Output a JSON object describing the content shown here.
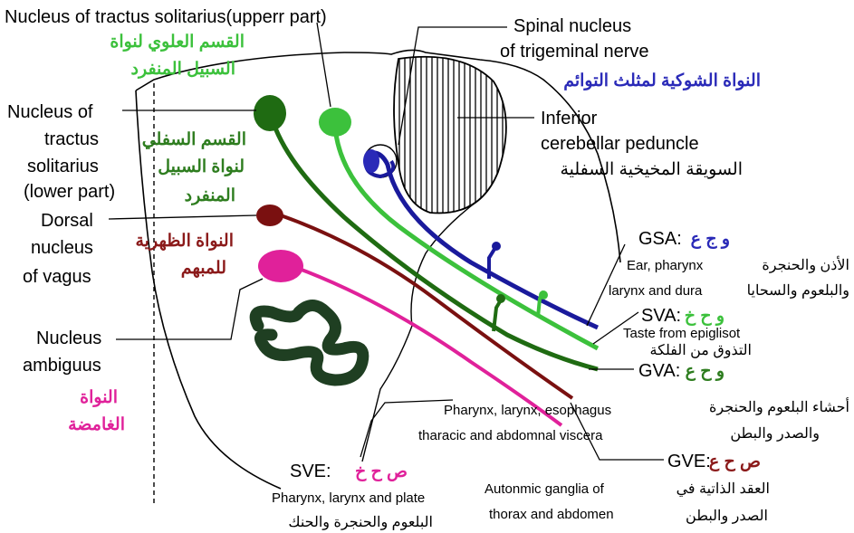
{
  "labels": {
    "nts_upper": "Nucleus of  tractus solitarius(upperr part)",
    "nts_upper_ar_1": "القسم العلوي  لنواة",
    "nts_upper_ar_2": "السبيل المنفرد",
    "spinal_1": "Spinal nucleus",
    "spinal_2": "of trigeminal nerve",
    "spinal_ar": "النواة الشوكية لمثلث التوائم",
    "icp_1": "Inferior",
    "icp_2": "cerebellar peduncle",
    "icp_ar": "السويقة المخيخية السفلية",
    "nts_lower_1": "Nucleus of",
    "nts_lower_2": "tractus",
    "nts_lower_3": "solitarius",
    "nts_lower_4": "(lower part)",
    "nts_lower_ar_1": "القسم السفلي",
    "nts_lower_ar_2": "لنواة السبيل",
    "nts_lower_ar_3": "المنفرد",
    "dorsal_1": "Dorsal",
    "dorsal_2": "nucleus",
    "dorsal_3": "of vagus",
    "dorsal_ar_1": "النواة الظهرية",
    "dorsal_ar_2": "للمبهم",
    "ambiguus_1": "Nucleus",
    "ambiguus_2": "ambiguus",
    "ambiguus_ar_1": "النواة",
    "ambiguus_ar_2": "الغامضة",
    "gsa": "GSA:",
    "gsa_ar": "و ج ع",
    "gsa_desc_1": "Ear, pharynx",
    "gsa_desc_2": "larynx and dura",
    "gsa_desc_ar_1": "الأذن والحنجرة",
    "gsa_desc_ar_2": "والبلعوم والسحايا",
    "sva": "SVA:",
    "sva_ar": "و ح خ",
    "sva_desc": "Taste from epiglisot",
    "sva_desc_ar": "التذوق من الفلكة",
    "gva": "GVA:",
    "gva_ar": "و ح ع",
    "gva_desc_1": "Pharynx, larynx, esophagus",
    "gva_desc_2": "tharacic and abdomnal viscera",
    "gva_desc_ar_1": "أحشاء البلعوم والحنجرة",
    "gva_desc_ar_2": "والصدر والبطن",
    "gve": "GVE:",
    "gve_ar": "ص ح ع",
    "gve_desc_1": "Autonmic ganglia of",
    "gve_desc_2": "thorax and abdomen",
    "gve_desc_ar_1": "العقد الذاتية في",
    "gve_desc_ar_2": "الصدر والبطن",
    "sve": "SVE:",
    "sve_ar": "ص ح خ",
    "sve_desc_1": "Pharynx, larynx and plate",
    "sve_desc_2": "البلعوم والحنجرة والحنك"
  },
  "colors": {
    "sva": "#3cc13c",
    "gva": "#1f6b12",
    "gsa": "#1a1a9c",
    "gve": "#7a1010",
    "sve": "#e0219a",
    "ambiguus": "#1f3f22"
  }
}
